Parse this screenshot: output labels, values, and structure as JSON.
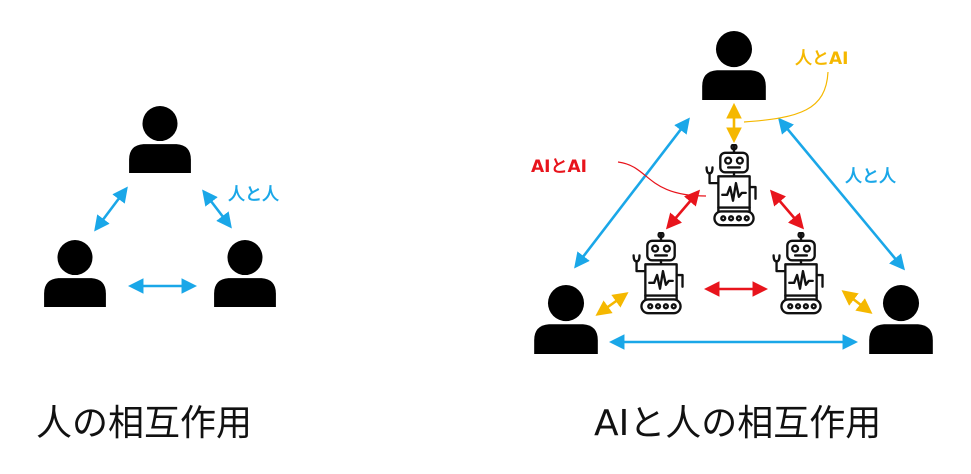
{
  "colors": {
    "human_human": "#1aa7e8",
    "ai_ai": "#e8141c",
    "human_ai": "#f5b800",
    "person": "#000000",
    "robot": "#111111",
    "caption": "#111111"
  },
  "left": {
    "label_human_human": "人と人",
    "caption": "人の相互作用"
  },
  "right": {
    "label_human_ai": "人とAI",
    "label_ai_ai": "AIとAI",
    "label_human_human": "人と人",
    "caption": "AIと人の相互作用"
  },
  "icons": {
    "person": "person-icon",
    "robot": "robot-icon"
  }
}
